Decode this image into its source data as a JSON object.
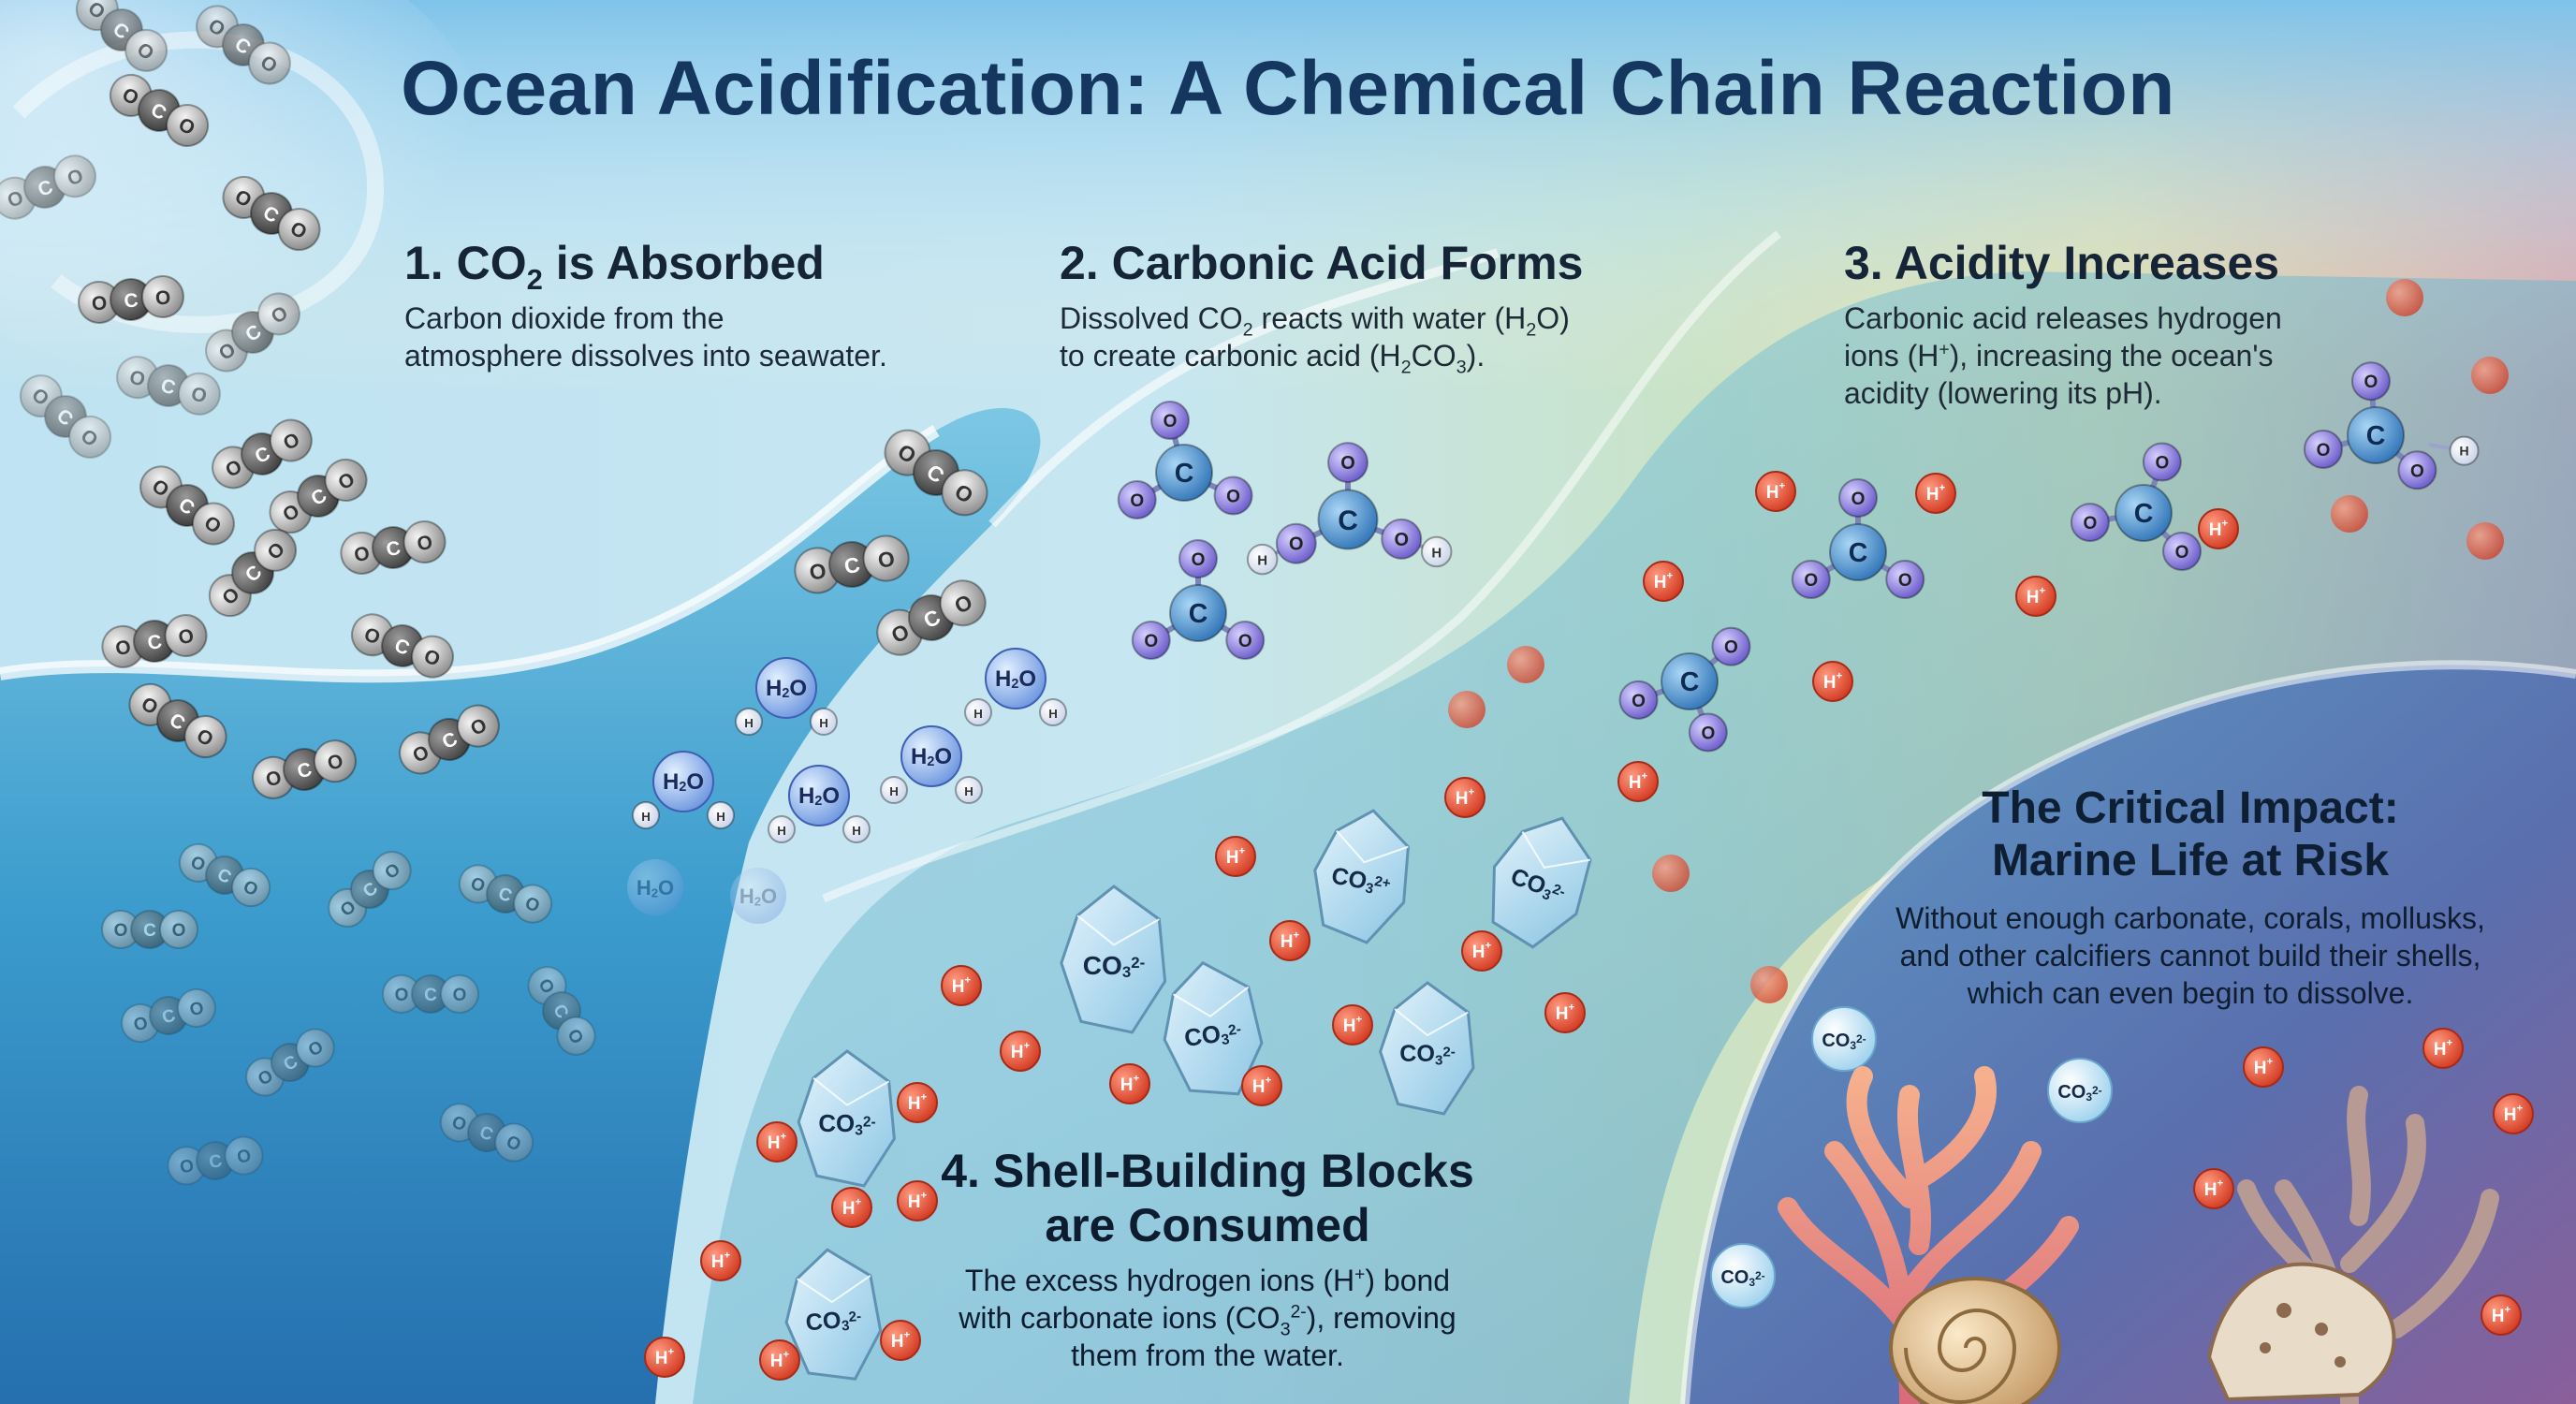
{
  "title": "Ocean Acidification: A Chemical Chain Reaction",
  "colors": {
    "co2_atom": "#b9b9b9",
    "oxygen_atom": "#8a7fe0",
    "carbon_atom": "#4e93cf",
    "hydrogen_atom": "#eef2fb",
    "h_ion": "#e9523a",
    "carbonate_crystal": "#bfe3f5",
    "title": "#15375f"
  },
  "steps": [
    {
      "title_pre": "1. CO",
      "title_sub": "2",
      "title_post": " is Absorbed",
      "line1": "Carbon dioxide from the",
      "line2": "atmosphere dissolves into seawater."
    },
    {
      "title": "2. Carbonic Acid Forms",
      "p1": "Dissolved CO",
      "p1_sub": "2",
      "p2": " reacts with water (H",
      "p2_sub": "2",
      "p3": "O)",
      "p4": "to create carbonic acid (H",
      "p4_sub": "2",
      "p5": "CO",
      "p5_sub": "3",
      "p6": ")."
    },
    {
      "title": "3. Acidity Increases",
      "p1": "Carbonic acid releases hydrogen",
      "p2": "ions (H",
      "p2_sup": "+",
      "p3": "), increasing the ocean's",
      "p4": "acidity (lowering its pH)."
    },
    {
      "title_line1": "4. Shell-Building Blocks",
      "title_line2": "are Consumed",
      "p1": "The excess hydrogen ions (H",
      "p1_sup": "+",
      "p2": ") bond",
      "p3": "with carbonate ions (CO",
      "p3_sub": "3",
      "p3_sup": "2-",
      "p4": "), removing",
      "p5": "them from the water."
    }
  ],
  "impact": {
    "title_line1": "The Critical Impact:",
    "title_line2": "Marine Life at Risk",
    "line1": "Without enough carbonate, corals, mollusks,",
    "line2": "and other calcifiers cannot build their shells,",
    "line3": "which can even begin to dissolve."
  },
  "labels": {
    "c": "C",
    "o": "O",
    "h": "H",
    "h2o": "H",
    "h2o_sub": "2",
    "h2o_o": "O",
    "hion": "H",
    "hion_sup": "+",
    "co3": "CO",
    "co3_sub": "3",
    "co3_sup": "2-",
    "co3_sup_alt": "2+"
  }
}
